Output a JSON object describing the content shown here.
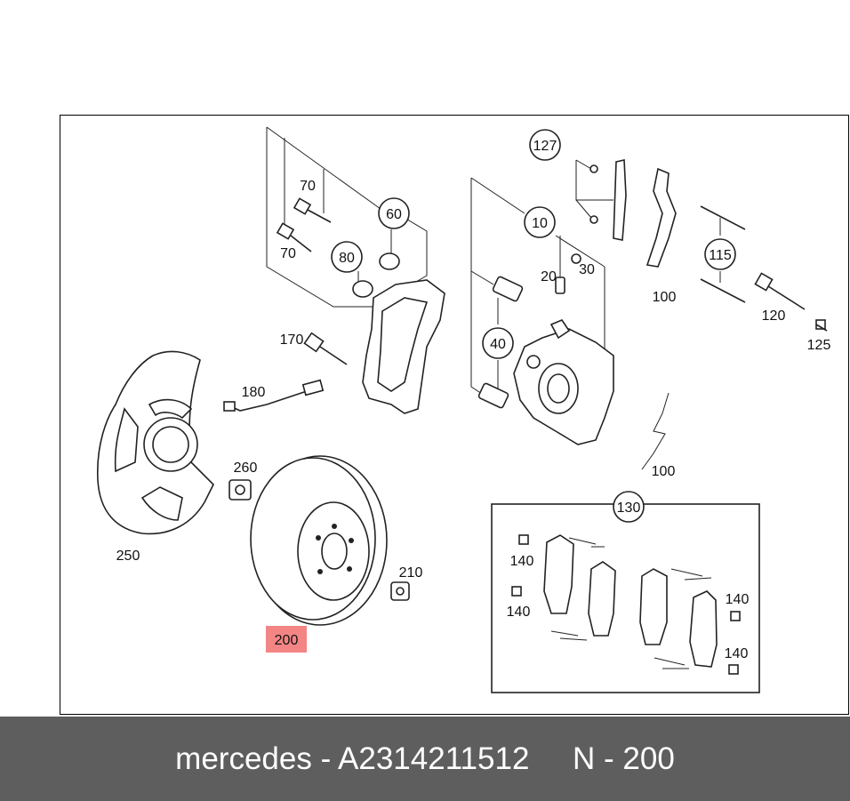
{
  "callouts": {
    "c10": "10",
    "c20": "20",
    "c30": "30",
    "c40": "40",
    "c60": "60",
    "c70a": "70",
    "c70b": "70",
    "c80": "80",
    "c100a": "100",
    "c100b": "100",
    "c115": "115",
    "c120": "120",
    "c125": "125",
    "c127": "127",
    "c130": "130",
    "c140a": "140",
    "c140b": "140",
    "c140c": "140",
    "c140d": "140",
    "c170": "170",
    "c180": "180",
    "c200": "200",
    "c210": "210",
    "c250": "250",
    "c260": "260"
  },
  "colors": {
    "highlight": "#f48585",
    "footer_bg": "#5e5e5e",
    "footer_text": "#ffffff"
  },
  "footer": {
    "text": "mercedes - A2314211512     N - 200"
  }
}
